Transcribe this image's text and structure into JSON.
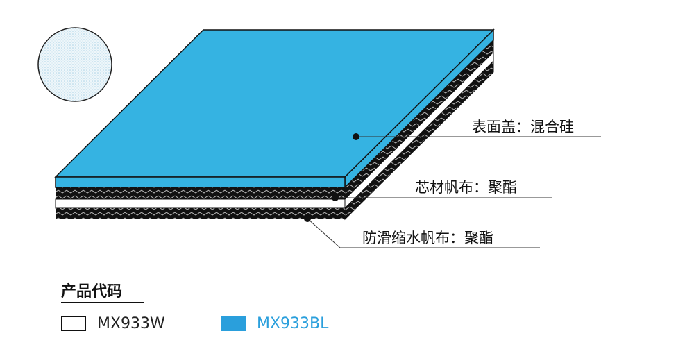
{
  "labels": {
    "surface": "表面盖：混合硅",
    "core": "芯材帆布：聚酯",
    "bottom": "防滑缩水帆布：聚酯"
  },
  "legend": {
    "title": "产品代码",
    "items": [
      {
        "code": "MX933W",
        "color": "#ffffff",
        "text_color": "#222222"
      },
      {
        "code": "MX933BL",
        "color": "#2a9fdc",
        "text_color": "#2a9fdc"
      }
    ]
  },
  "colors": {
    "surface": "#35b3e2",
    "fabric": "#111111"
  }
}
